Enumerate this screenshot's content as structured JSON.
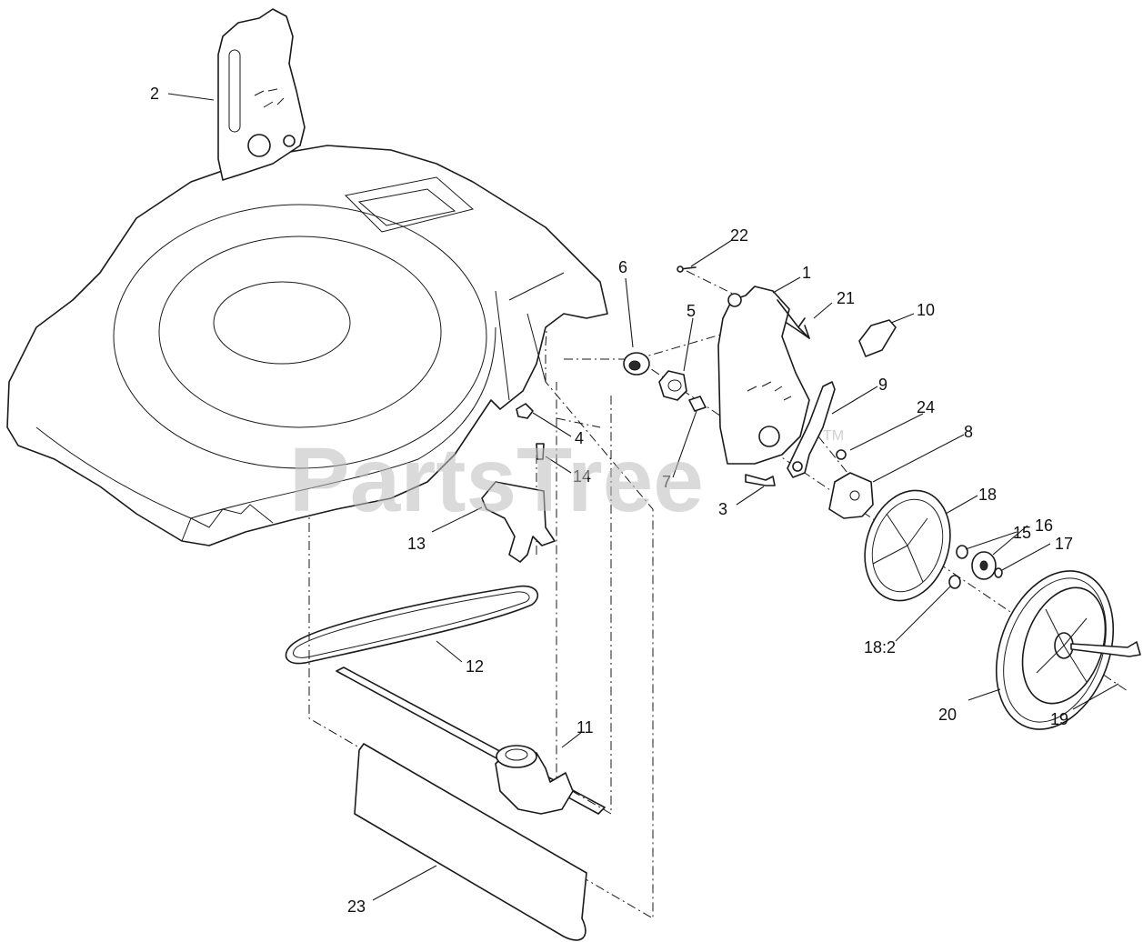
{
  "watermark": {
    "text": "PartsTree",
    "trademark": "TM",
    "color": "#bdbdbd"
  },
  "callouts": [
    {
      "id": "c2",
      "label": "2"
    },
    {
      "id": "c22",
      "label": "22"
    },
    {
      "id": "c1",
      "label": "1"
    },
    {
      "id": "c21",
      "label": "21"
    },
    {
      "id": "c10",
      "label": "10"
    },
    {
      "id": "c6",
      "label": "6"
    },
    {
      "id": "c5",
      "label": "5"
    },
    {
      "id": "c9",
      "label": "9"
    },
    {
      "id": "c24",
      "label": "24"
    },
    {
      "id": "c4",
      "label": "4"
    },
    {
      "id": "c8",
      "label": "8"
    },
    {
      "id": "c14",
      "label": "14"
    },
    {
      "id": "c7",
      "label": "7"
    },
    {
      "id": "c3",
      "label": "3"
    },
    {
      "id": "c18",
      "label": "18"
    },
    {
      "id": "c15",
      "label": "15"
    },
    {
      "id": "c16",
      "label": "16"
    },
    {
      "id": "c17",
      "label": "17"
    },
    {
      "id": "c13",
      "label": "13"
    },
    {
      "id": "c18b",
      "label": "18:2"
    },
    {
      "id": "c12",
      "label": "12"
    },
    {
      "id": "c20",
      "label": "20"
    },
    {
      "id": "c19",
      "label": "19"
    },
    {
      "id": "c11",
      "label": "11"
    },
    {
      "id": "c23",
      "label": "23"
    }
  ]
}
